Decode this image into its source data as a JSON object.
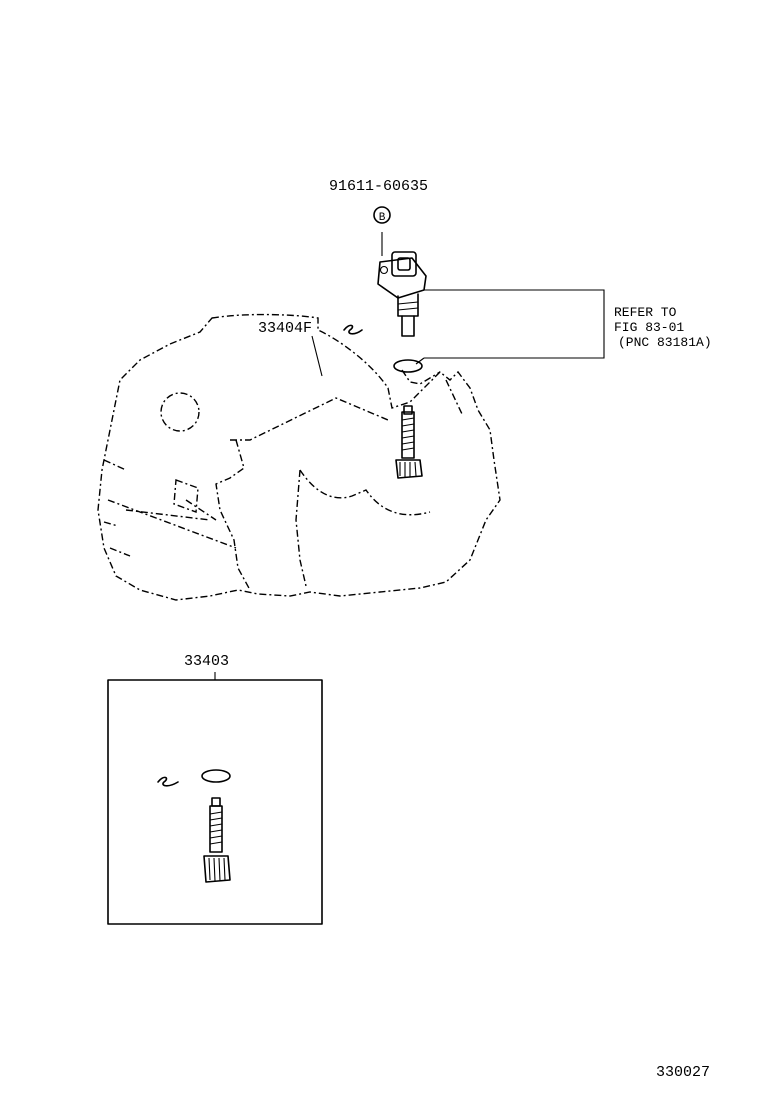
{
  "callouts": {
    "bolt_part": "91611-60635",
    "bolt_mark": "B",
    "ring_part": "33404F",
    "refer_line1": "REFER TO",
    "refer_line2": "FIG 83-01",
    "refer_line3": "(PNC 83181A)",
    "kit_part": "33403",
    "figure_code": "330027"
  },
  "colors": {
    "ink": "#000000",
    "paper": "#ffffff"
  }
}
